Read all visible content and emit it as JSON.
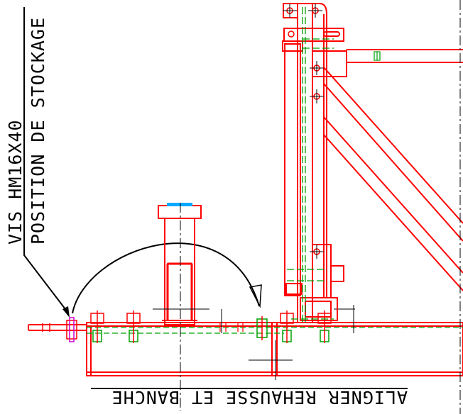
{
  "annotations": {
    "screw_label": "VIS HM16X40",
    "storage_label": "POSITION DE STOCKAGE",
    "align_label": "ALIGNER REHAUSSE ET BANCHE"
  },
  "colors": {
    "steel": "#ff0000",
    "hidden": "#00a000",
    "annotation": "#000000",
    "accent": "#00aaff",
    "bolt_core": "#cc00cc"
  }
}
